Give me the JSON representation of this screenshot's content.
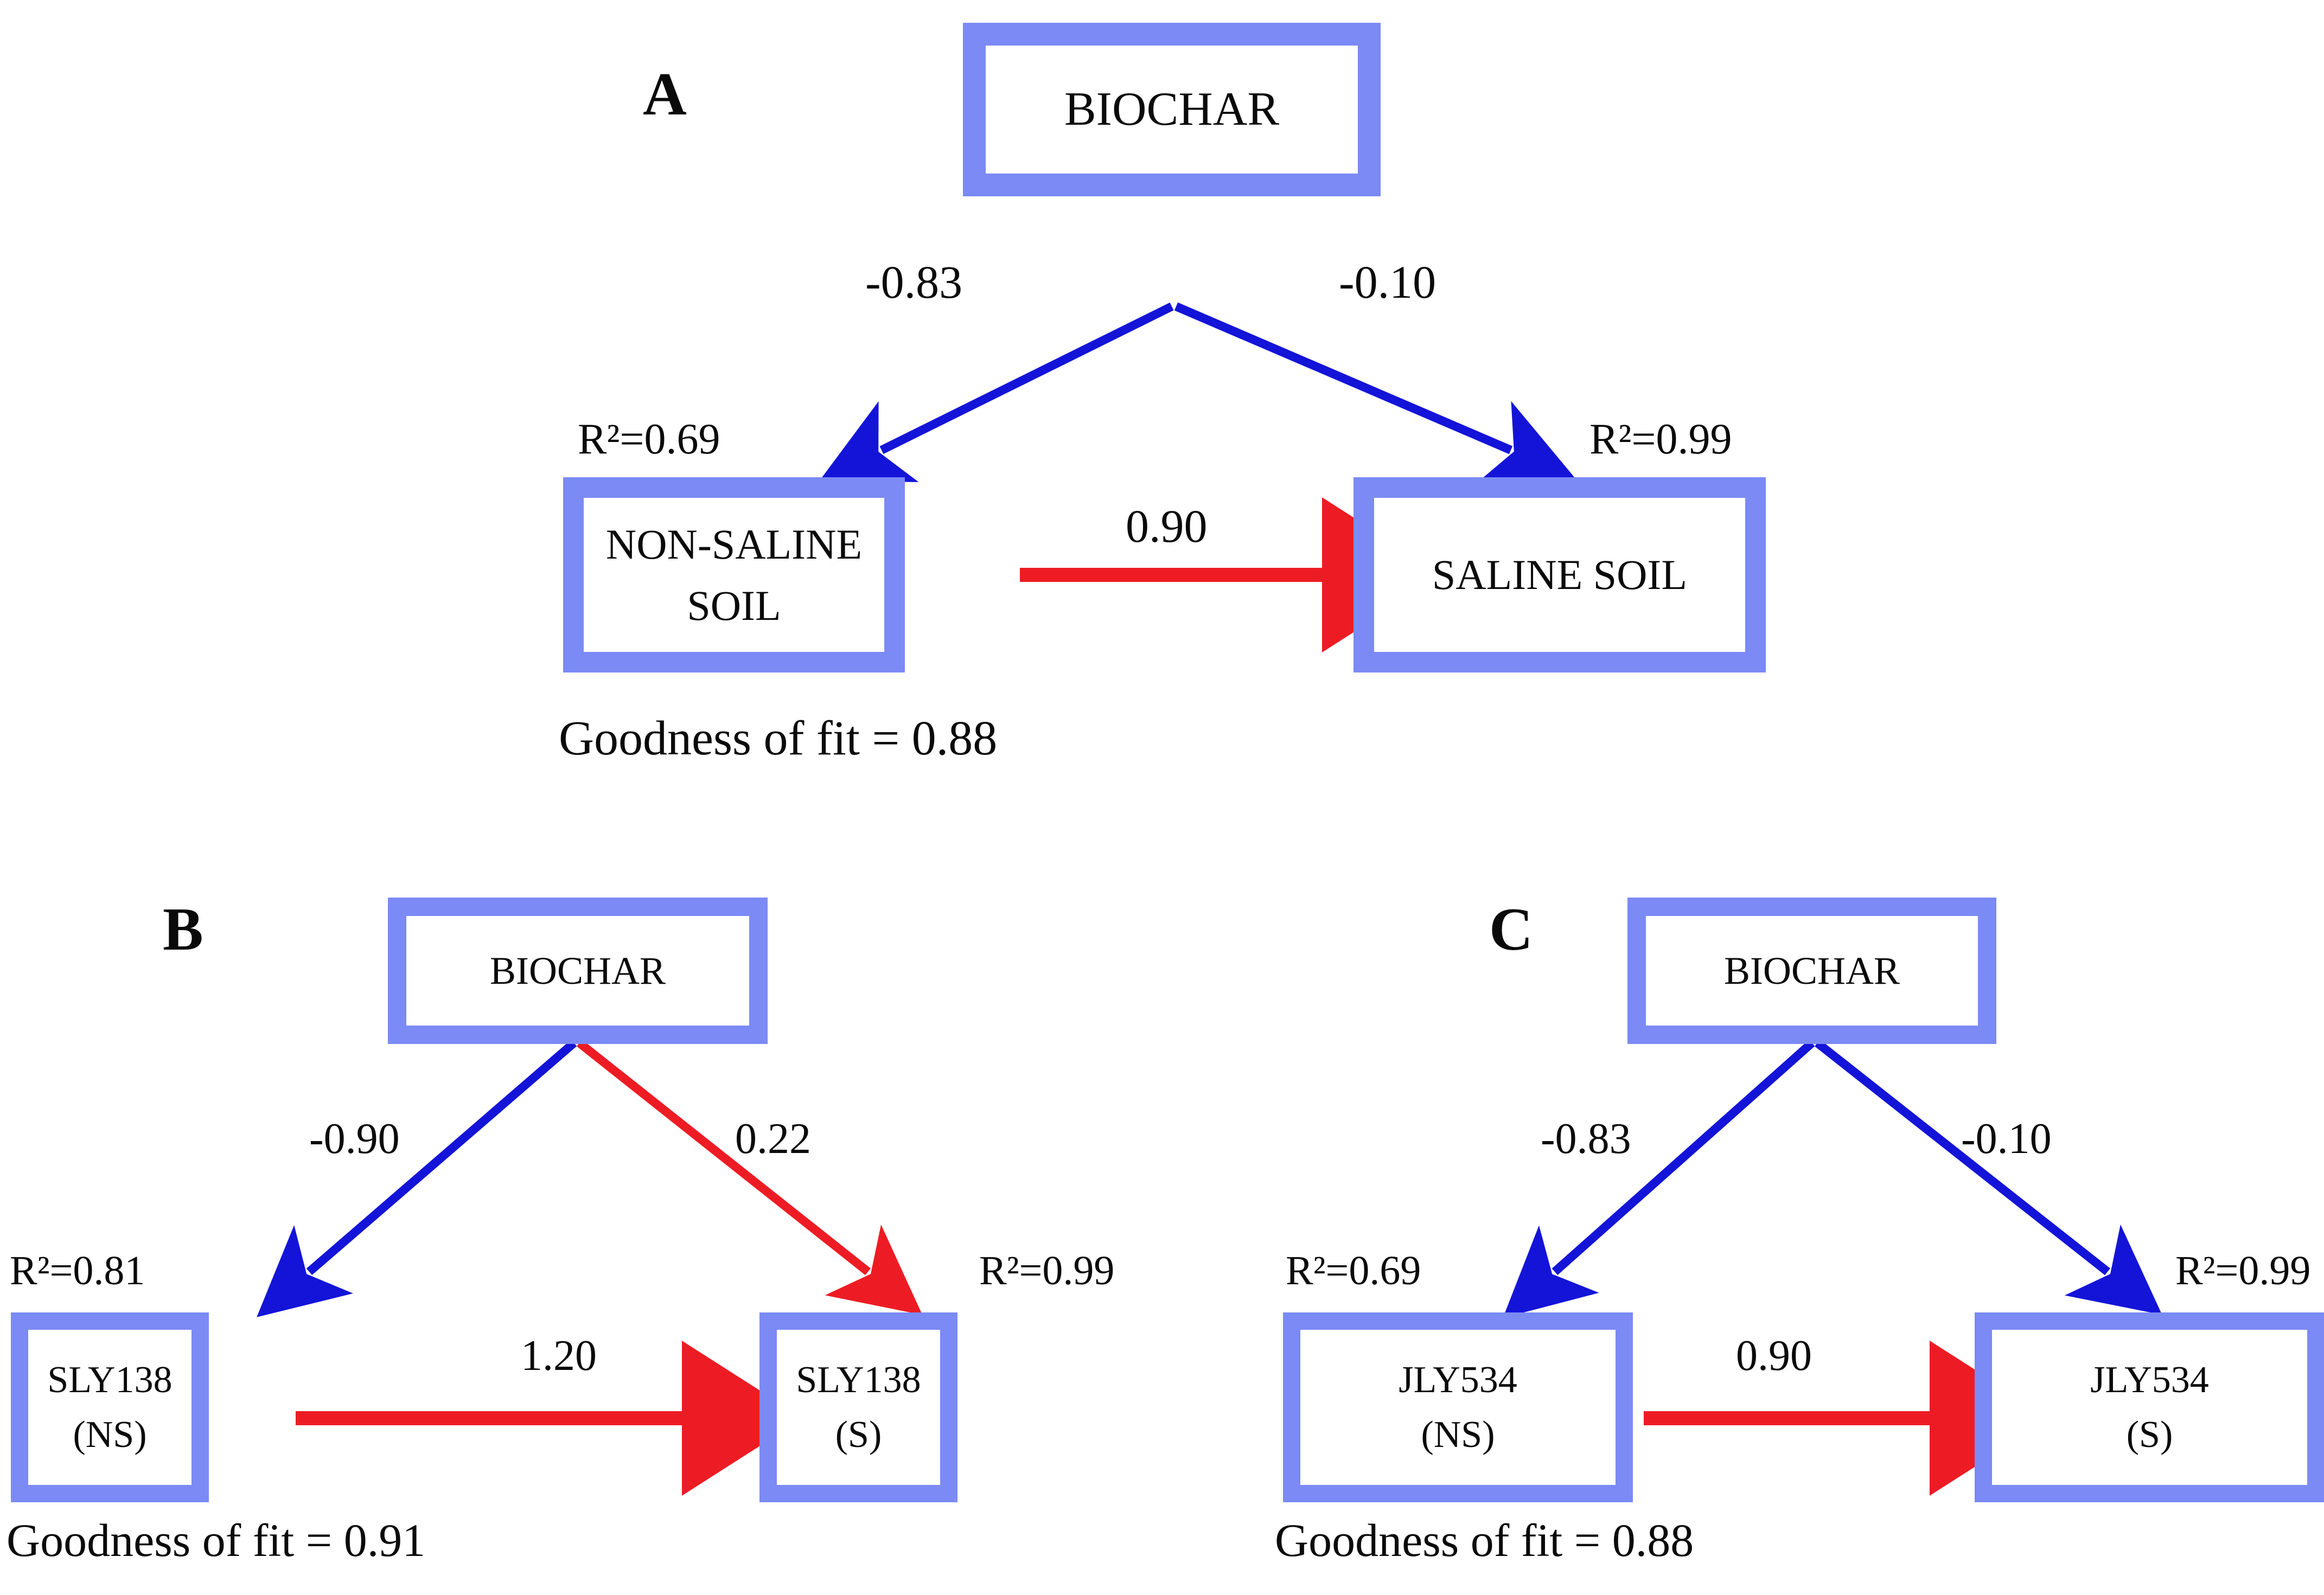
{
  "figure": {
    "type": "path-analysis-diagram",
    "background": "#ffffff",
    "colors": {
      "box_border": "#7b8af5",
      "box_fill": "#ffffff",
      "negative_path": "#1414d8",
      "positive_path": "#ed1c24",
      "text": "#0a0a0a"
    }
  },
  "panels": [
    {
      "letter": "A",
      "source_node": {
        "label": "BIOCHAR"
      },
      "left_node": {
        "label": "NON-SALINE\nSOIL",
        "r2_label": "R²=0.69"
      },
      "right_node": {
        "label": "SALINE SOIL",
        "r2_label": "R²=0.99"
      },
      "paths": [
        {
          "from": "BIOCHAR",
          "to": "NON-SALINE SOIL",
          "coefficient": "-0.83",
          "sign": "negative",
          "color": "#1414d8"
        },
        {
          "from": "BIOCHAR",
          "to": "SALINE SOIL",
          "coefficient": "-0.10",
          "sign": "negative",
          "color": "#1414d8"
        },
        {
          "from": "NON-SALINE SOIL",
          "to": "SALINE SOIL",
          "coefficient": "0.90",
          "sign": "positive",
          "color": "#ed1c24"
        }
      ],
      "goodness_of_fit": "Goodness of fit = 0.88"
    },
    {
      "letter": "B",
      "source_node": {
        "label": "BIOCHAR"
      },
      "left_node": {
        "label": "SLY138\n(NS)",
        "r2_label": "R²=0.81"
      },
      "right_node": {
        "label": "SLY138\n(S)",
        "r2_label": "R²=0.99"
      },
      "paths": [
        {
          "from": "BIOCHAR",
          "to": "SLY138 (NS)",
          "coefficient": "-0.90",
          "sign": "negative",
          "color": "#1414d8"
        },
        {
          "from": "BIOCHAR",
          "to": "SLY138 (S)",
          "coefficient": "0.22",
          "sign": "positive",
          "color": "#ed1c24"
        },
        {
          "from": "SLY138 (NS)",
          "to": "SLY138 (S)",
          "coefficient": "1.20",
          "sign": "positive",
          "color": "#ed1c24"
        }
      ],
      "goodness_of_fit": "Goodness of fit = 0.91"
    },
    {
      "letter": "C",
      "source_node": {
        "label": "BIOCHAR"
      },
      "left_node": {
        "label": "JLY534\n(NS)",
        "r2_label": "R²=0.69"
      },
      "right_node": {
        "label": "JLY534\n(S)",
        "r2_label": "R²=0.99"
      },
      "paths": [
        {
          "from": "BIOCHAR",
          "to": "JLY534 (NS)",
          "coefficient": "-0.83",
          "sign": "negative",
          "color": "#1414d8"
        },
        {
          "from": "BIOCHAR",
          "to": "JLY534 (S)",
          "coefficient": "-0.10",
          "sign": "negative",
          "color": "#1414d8"
        },
        {
          "from": "JLY534 (NS)",
          "to": "JLY534 (S)",
          "coefficient": "0.90",
          "sign": "positive",
          "color": "#ed1c24"
        }
      ],
      "goodness_of_fit": "Goodness of fit = 0.88"
    }
  ]
}
